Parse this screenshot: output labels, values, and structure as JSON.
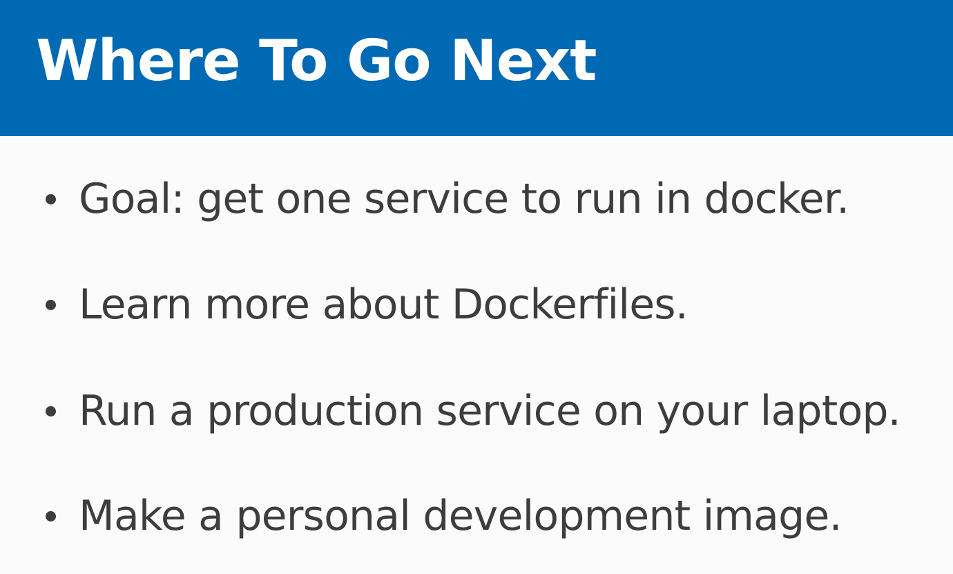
{
  "slide": {
    "title": "Where To Go Next",
    "bullets": [
      "Goal: get one service to run in docker.",
      "Learn more about Dockerfiles.",
      "Run a production service on your laptop.",
      "Make a personal development image."
    ]
  },
  "colors": {
    "title_bar": "#0069b4",
    "title_text": "#ffffff",
    "body_text": "#3d3d3d",
    "background": "#fbfbfb"
  }
}
